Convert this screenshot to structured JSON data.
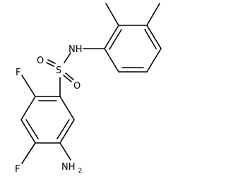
{
  "structure": {
    "atoms": {
      "nh": "NH",
      "s": "S",
      "o_top": "O",
      "o_bottom": "O",
      "f_upper": "F",
      "f_lower": "F",
      "nh2_n": "NH",
      "nh2_sub": "2"
    }
  }
}
